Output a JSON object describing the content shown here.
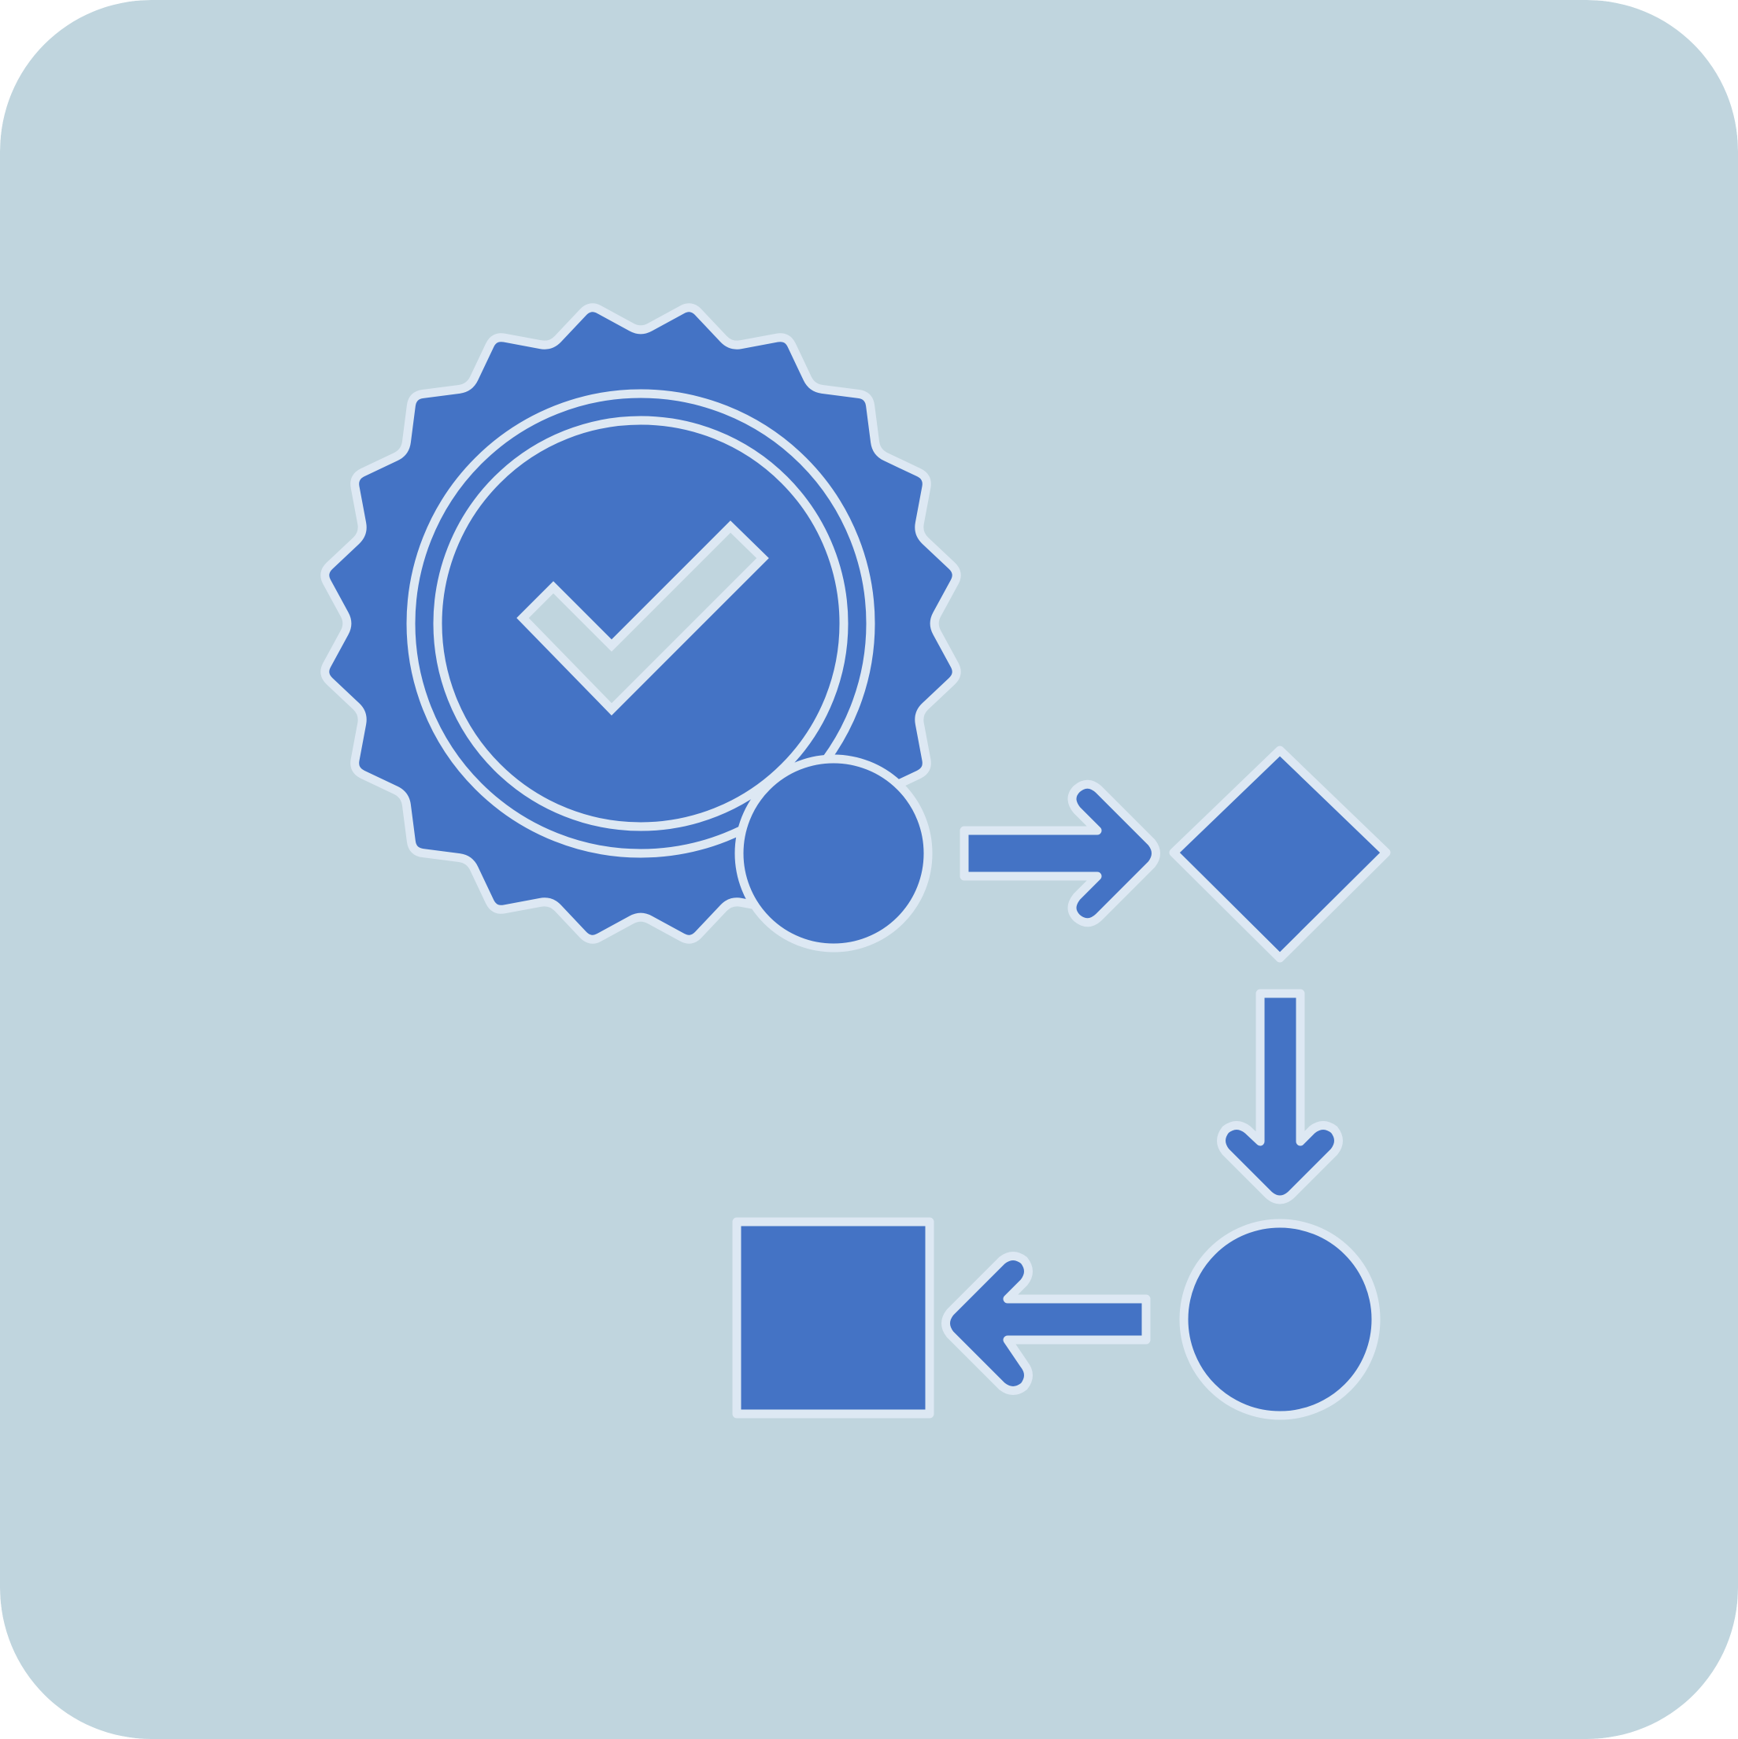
{
  "icon": {
    "name": "verified-process-flow-icon",
    "colors": {
      "background": "#c0d5de",
      "fill": "#4473c5",
      "stroke": "#dde8f3"
    },
    "parts": [
      "badge-seal-icon",
      "checkmark-icon",
      "start-node-circle",
      "arrow-right-icon",
      "decision-diamond",
      "arrow-down-icon",
      "process-node-circle",
      "arrow-left-icon",
      "end-node-square"
    ]
  }
}
